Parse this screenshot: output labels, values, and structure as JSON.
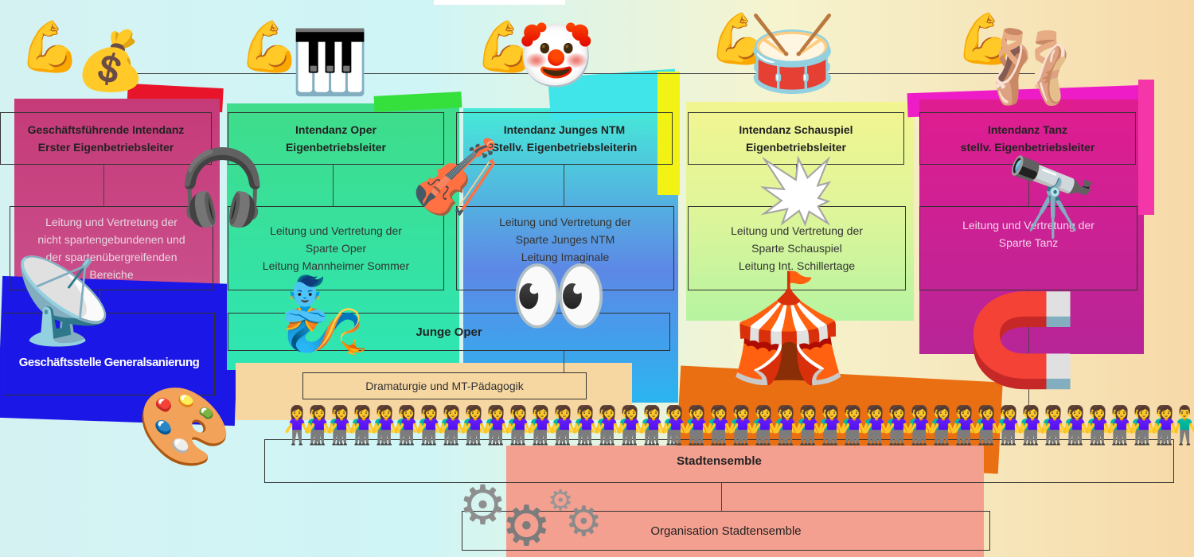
{
  "sections": {
    "geschaeftsfuehrung": {
      "title": "Geschäftsführende Intendanz\nErster Eigenbetriebsleiter",
      "desc": "Leitung und Vertretung der\nnicht spartengebundenen und\nder spartenübergreifenden\nBereiche"
    },
    "oper": {
      "title": "Intendanz Oper\nEigenbetriebsleiter",
      "desc": "Leitung und Vertretung der\nSparte Oper\nLeitung Mannheimer Sommer"
    },
    "junges_ntm": {
      "title": "Intendanz Junges NTM\nStellv. Eigenbetriebsleiterin",
      "desc": "Leitung und Vertretung der\nSparte Junges NTM\nLeitung Imaginale"
    },
    "schauspiel": {
      "title": "Intendanz Schauspiel\nEigenbetriebsleiter",
      "desc": "Leitung und Vertretung der\nSparte Schauspiel\nLeitung Int. Schillertage"
    },
    "tanz": {
      "title": "Intendanz Tanz\nstellv. Eigenbetriebsleiter",
      "desc": "Leitung und Vertretung der\nSparte Tanz"
    }
  },
  "units": {
    "generalsanierung": "Geschäftsstelle Generalsanierung",
    "junge_oper": "Junge Oper",
    "dramaturgie": "Dramaturgie und MT-Pädagogik",
    "stadtensemble": "Stadtensemble",
    "organisation": "Organisation Stadtensemble"
  },
  "icons": {
    "money_bag": "💰",
    "piano": "🎹",
    "clown": "🤡",
    "drum": "🥁",
    "ballet": "🩰",
    "flex": "💪",
    "headphones": "🎧",
    "violin": "🎻",
    "explosion": "💥",
    "telescope": "🔭",
    "satellite": "📡",
    "genie": "🧞",
    "eyes": "👀",
    "circus": "🎪",
    "magnet": "🧲",
    "palette": "🎨",
    "gear": "⚙",
    "people": "👫"
  },
  "colors": {
    "geschaeftsfuehrung": "#c63a78",
    "oper": "#2fd98f",
    "junges_ntm": "#4f8fe0",
    "schauspiel": "#eef59a",
    "tanz": "#c0288e",
    "generalsanierung": "#1a1ae0",
    "stadtensemble": "#f4a090"
  }
}
